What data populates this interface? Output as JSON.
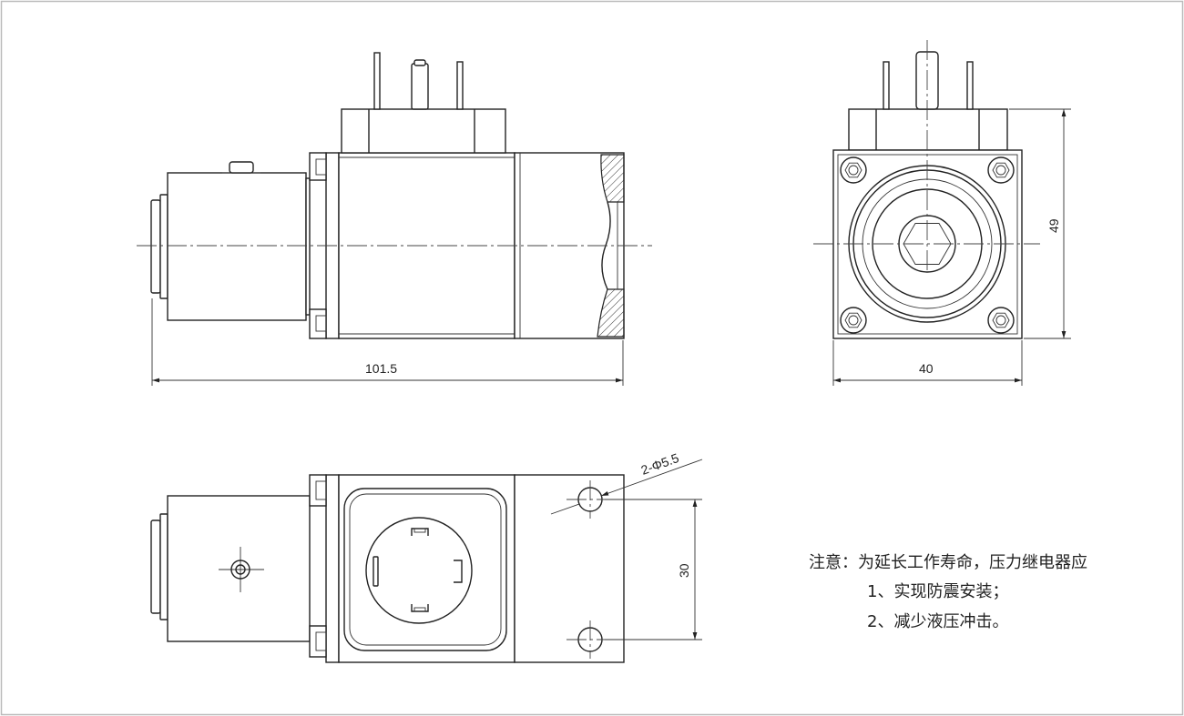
{
  "dimensions": {
    "overall_length": "101.5",
    "width": "40",
    "height": "49",
    "hole_spacing": "30",
    "mounting_holes": "2-Φ5.5"
  },
  "notes": {
    "title": "注意：为延长工作寿命，压力继电器应",
    "item_1": "1、实现防震安装；",
    "item_2": "2、减少液压冲击。"
  },
  "colors": {
    "line": "#222222",
    "frame": "#bbbbbb",
    "background": "#ffffff"
  }
}
